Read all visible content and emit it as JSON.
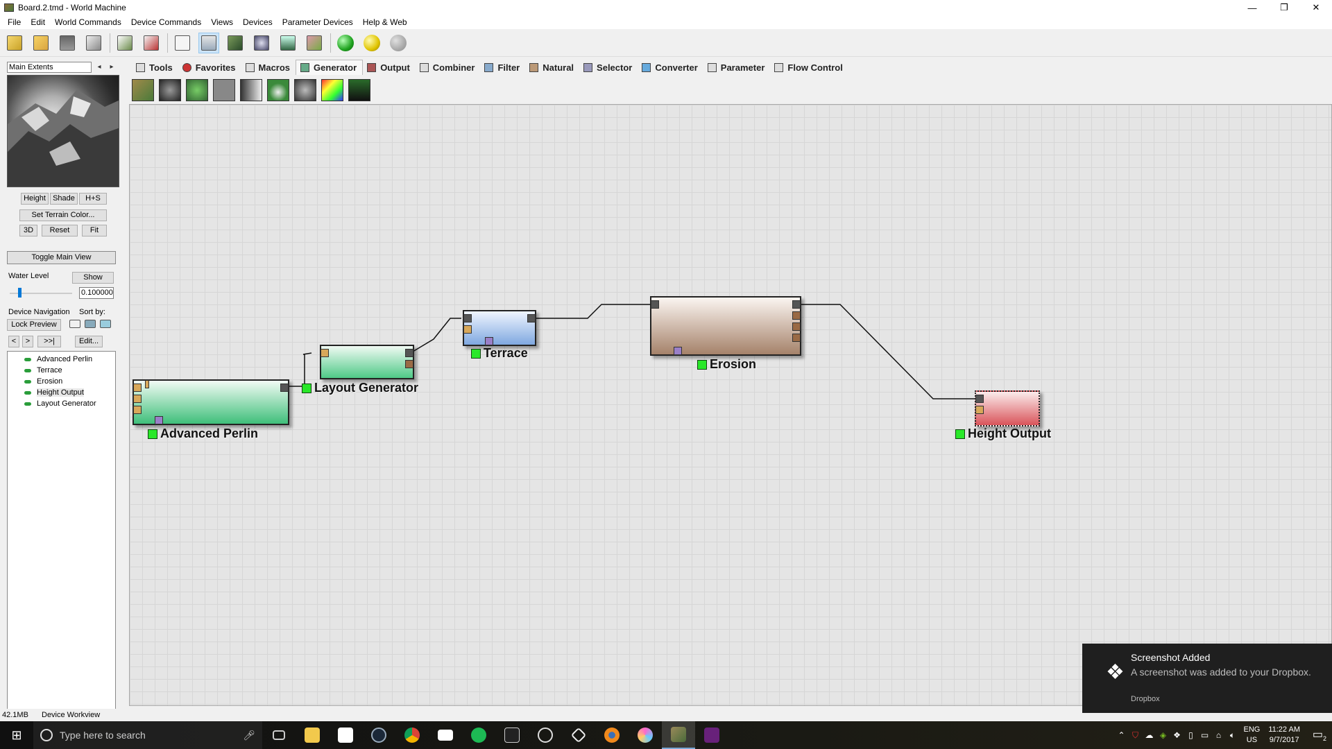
{
  "window": {
    "title": "Board.2.tmd - World Machine",
    "controls": [
      "—",
      "❐",
      "✕"
    ]
  },
  "menu": [
    "File",
    "Edit",
    "World Commands",
    "Device Commands",
    "Views",
    "Devices",
    "Parameter Devices",
    "Help & Web"
  ],
  "left_panel": {
    "extents": "Main Extents",
    "view_buttons": [
      "Height",
      "Shade",
      "H+S"
    ],
    "set_terrain_color": "Set Terrain Color...",
    "view_controls": [
      "3D",
      "Reset",
      "Fit"
    ],
    "toggle_main_view": "Toggle Main View",
    "water_level_label": "Water Level",
    "show_label": "Show",
    "water_level_value": "0.100000",
    "device_navigation_label": "Device Navigation",
    "sort_by_label": "Sort by:",
    "lock_preview": "Lock Preview",
    "nav_buttons": [
      "<",
      ">",
      ">>|"
    ],
    "edit_button": "Edit...",
    "devices": [
      "Advanced Perlin",
      "Terrace",
      "Erosion",
      "Height Output",
      "Layout Generator"
    ]
  },
  "device_tabs": [
    "Tools",
    "Favorites",
    "Macros",
    "Generator",
    "Output",
    "Combiner",
    "Filter",
    "Natural",
    "Selector",
    "Converter",
    "Parameter",
    "Flow Control"
  ],
  "active_tab": "Generator",
  "nodes": {
    "advanced_perlin": "Advanced Perlin",
    "layout_generator": "Layout Generator",
    "terrace": "Terrace",
    "erosion": "Erosion",
    "height_output": "Height Output"
  },
  "status": {
    "memory": "42.1MB",
    "view": "Device Workview"
  },
  "toast": {
    "title": "Screenshot Added",
    "body": "A screenshot was added to your Dropbox.",
    "source": "Dropbox"
  },
  "taskbar": {
    "search_placeholder": "Type here to search",
    "lang_line1": "ENG",
    "lang_line2": "US",
    "time": "11:22 AM",
    "date": "9/7/2017",
    "notification_count": "2"
  },
  "colors": {
    "perlin": "#3fbf7a",
    "layout": "#4fc987",
    "terrace": "#7fa8e0",
    "erosion": "#a5826a",
    "output": "#d9545a",
    "status_ok": "#29e829"
  }
}
